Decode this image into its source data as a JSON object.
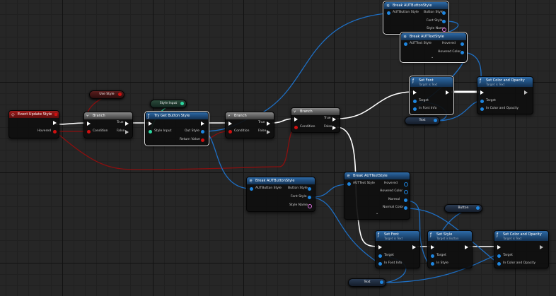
{
  "nodes": {
    "event_update_style": {
      "title": "Event Update Style",
      "hovered": "Hovered"
    },
    "branch1": {
      "title": "Branch",
      "condition": "Condition",
      "true": "True",
      "false": "False"
    },
    "try_get_button_style": {
      "title": "Try Get Button Style",
      "style_input": "Style Input",
      "out_style": "Out Style",
      "return_value": "Return Value"
    },
    "branch2": {
      "title": "Branch",
      "condition": "Condition",
      "true": "True",
      "false": "False"
    },
    "branch3": {
      "title": "Branch",
      "condition": "Condition",
      "true": "True",
      "false": "False"
    },
    "break_button_style_top": {
      "title": "Break AUTButtonStyle",
      "input": "AUTButton Style",
      "button_style": "Button Style",
      "font_style": "Font Style",
      "style_name": "Style Name"
    },
    "break_text_style_top": {
      "title": "Break AUTTextStyle",
      "input": "AUTText Style",
      "hovered": "Hovered",
      "hovered_color": "Hovered Color"
    },
    "set_font_top": {
      "title": "Set Font",
      "subtitle": "Target is Text",
      "target": "Target",
      "in_font_info": "In Font Info"
    },
    "set_color_top": {
      "title": "Set Color and Opacity",
      "subtitle": "Target is Text",
      "target": "Target",
      "in_color": "In Color and Opacity"
    },
    "break_button_style_mid": {
      "title": "Break AUTButtonStyle",
      "input": "AUTButton Style",
      "button_style": "Button Style",
      "font_style": "Font Style",
      "style_name": "Style Name"
    },
    "break_text_style_mid": {
      "title": "Break AUTTextStyle",
      "input": "AUTText Style",
      "hovered": "Hovered",
      "hovered_color": "Hovered Color",
      "normal": "Normal",
      "normal_color": "Normal Color"
    },
    "set_font_bottom": {
      "title": "Set Font",
      "subtitle": "Target is Text",
      "target": "Target",
      "in_font_info": "In Font Info"
    },
    "set_style_bottom": {
      "title": "Set Style",
      "subtitle": "Target is Button",
      "target": "Target",
      "in_style": "In Style"
    },
    "set_color_bottom": {
      "title": "Set Color and Opacity",
      "subtitle": "Target is Text",
      "target": "Target",
      "in_color": "In Color and Opacity"
    }
  },
  "variables": {
    "use_style": "Use Style",
    "style_input": "Style Input",
    "text_top": "Text",
    "button": "Button",
    "text_bottom": "Text"
  },
  "colors": {
    "exec_wire": "#ffffff",
    "bool_wire": "#8b0f0f",
    "struct_wire": "#1e6fc4",
    "object_wire": "#1e86e0",
    "struct_pin": "#2bd8a0"
  }
}
